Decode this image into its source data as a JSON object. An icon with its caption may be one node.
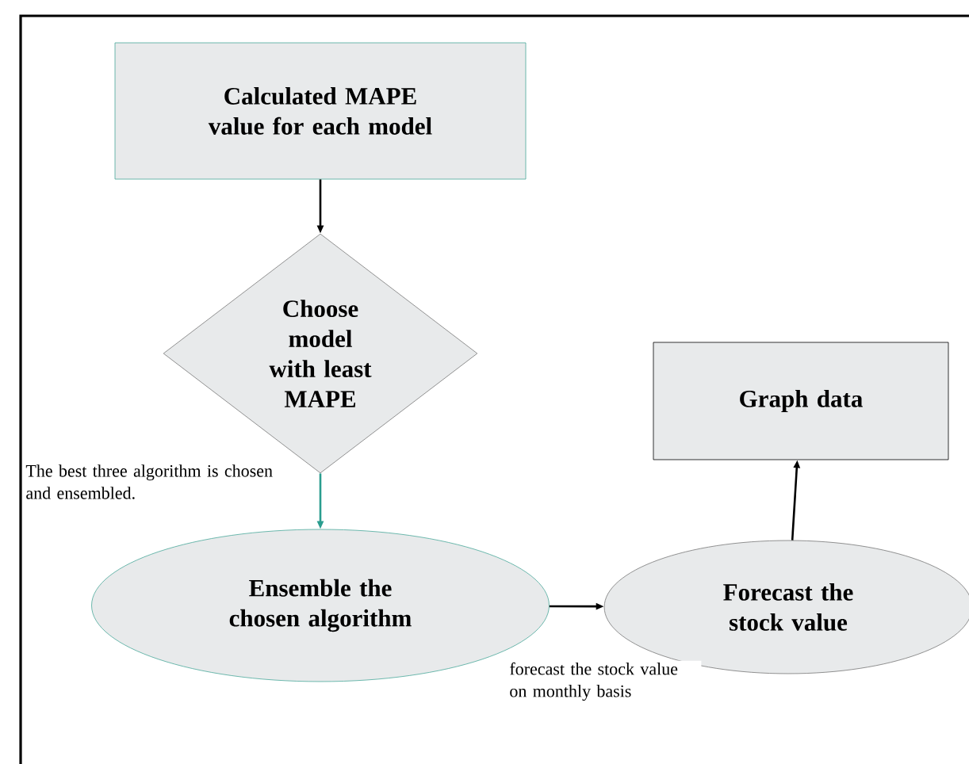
{
  "diagram": {
    "nodes": [
      {
        "text": [
          "Calculated MAPE value for each model"
        ]
      },
      {
        "text": [
          "Choose model with least MAPE"
        ]
      },
      {
        "text": [
          "Ensemble the chosen algorithm"
        ]
      },
      {
        "text": [
          "Forecast the stock value"
        ]
      },
      {
        "text": [
          "Graph data"
        ]
      }
    ],
    "edges": [
      {
        "from": 0,
        "to": 1,
        "arrow": "to"
      },
      {
        "from": 1,
        "to": 2,
        "arrow": "to",
        "color": "#2a9d8f",
        "label": "The best three algorithm is chosen and ensembled."
      },
      {
        "from": 2,
        "to": 3,
        "arrow": "to",
        "label": "forecast the stock value on monthly basis"
      },
      {
        "from": 3,
        "to": 4,
        "arrow": "to"
      }
    ]
  }
}
